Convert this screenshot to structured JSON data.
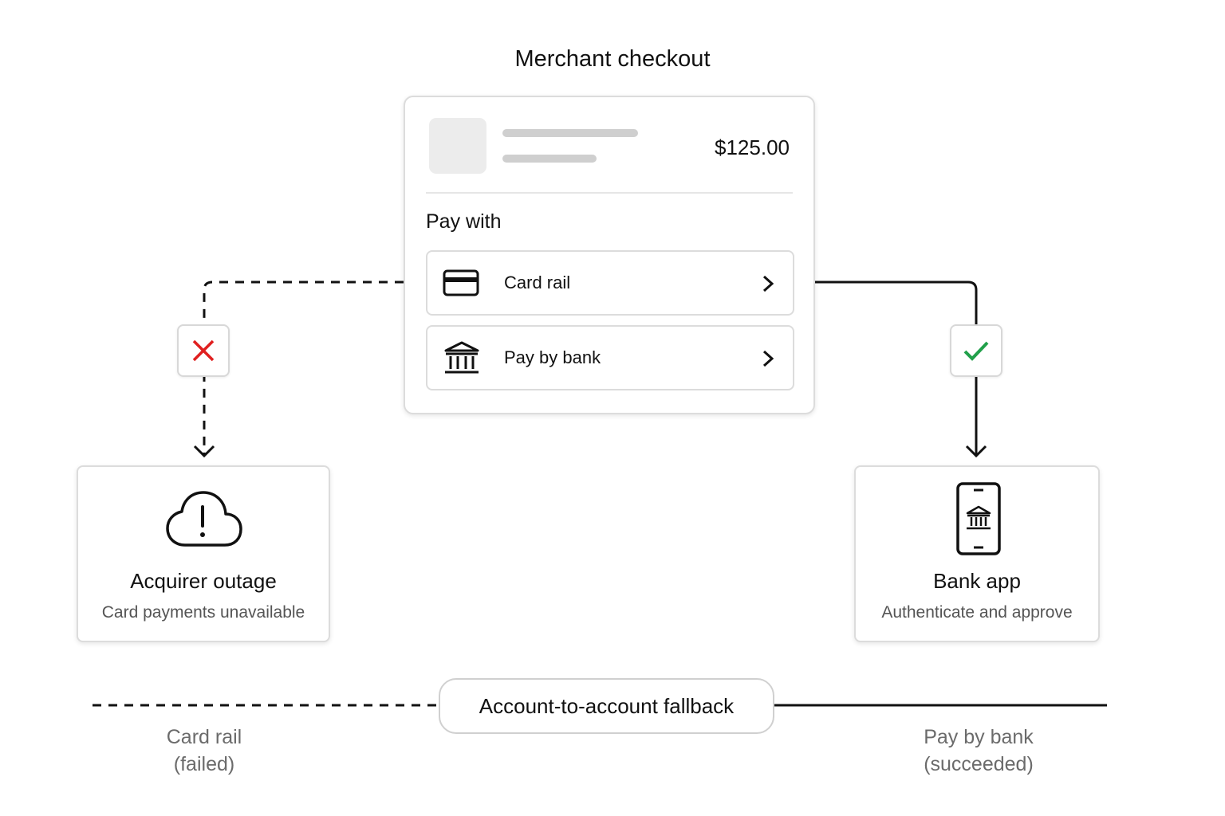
{
  "title": "Merchant checkout",
  "checkout": {
    "price": "$125.00",
    "pay_with": "Pay with",
    "options": [
      {
        "label": "Card rail",
        "icon": "credit-card-icon"
      },
      {
        "label": "Pay by bank",
        "icon": "bank-icon"
      }
    ]
  },
  "results": {
    "failure": {
      "title": "Acquirer outage",
      "subtitle": "Card payments unavailable",
      "icon": "cloud-alert-icon",
      "badge_icon": "x-icon"
    },
    "success": {
      "title": "Bank app",
      "subtitle": "Authenticate and approve",
      "icon": "phone-bank-icon",
      "badge_icon": "check-icon"
    }
  },
  "fallback": {
    "label": "Account-to-account fallback",
    "left_line1": "Card rail",
    "left_line2": "(failed)",
    "right_line1": "Pay by bank",
    "right_line2": "(succeeded)"
  },
  "colors": {
    "fail": "#e02020",
    "success": "#21a04a",
    "line": "#111111"
  }
}
